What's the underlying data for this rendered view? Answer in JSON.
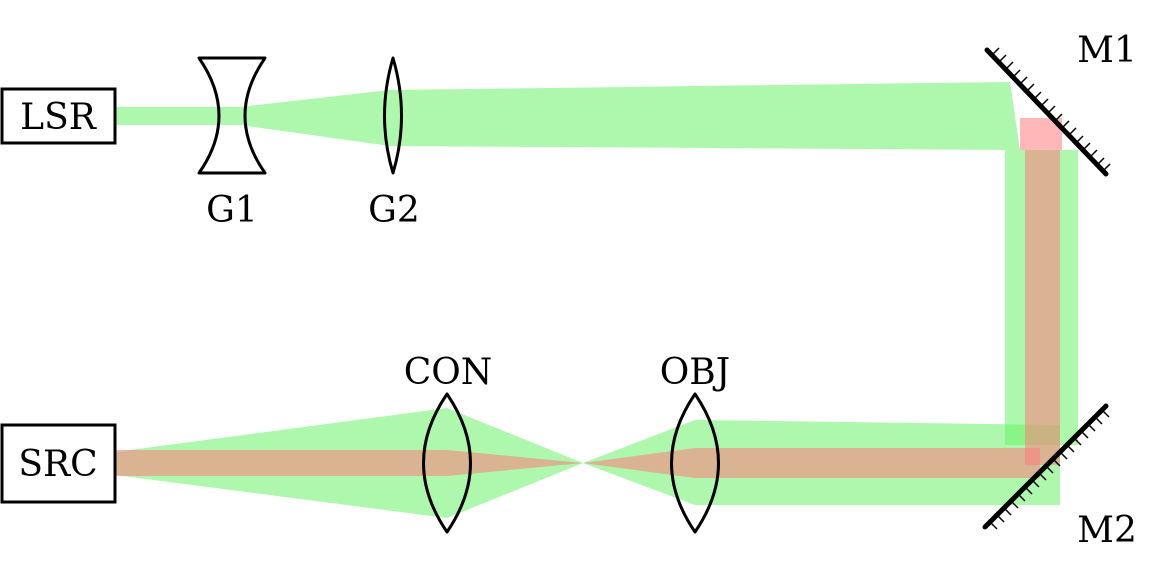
{
  "labels": {
    "laser": "LSR",
    "source": "SRC",
    "g1": "G1",
    "g2": "G2",
    "m1": "M1",
    "m2": "M2",
    "con": "CON",
    "obj": "OBJ"
  },
  "colors": {
    "laser_beam": "#6cf26c",
    "source_beam": "#ff7b7b",
    "outline": "#000000",
    "background": "#ffffff"
  }
}
